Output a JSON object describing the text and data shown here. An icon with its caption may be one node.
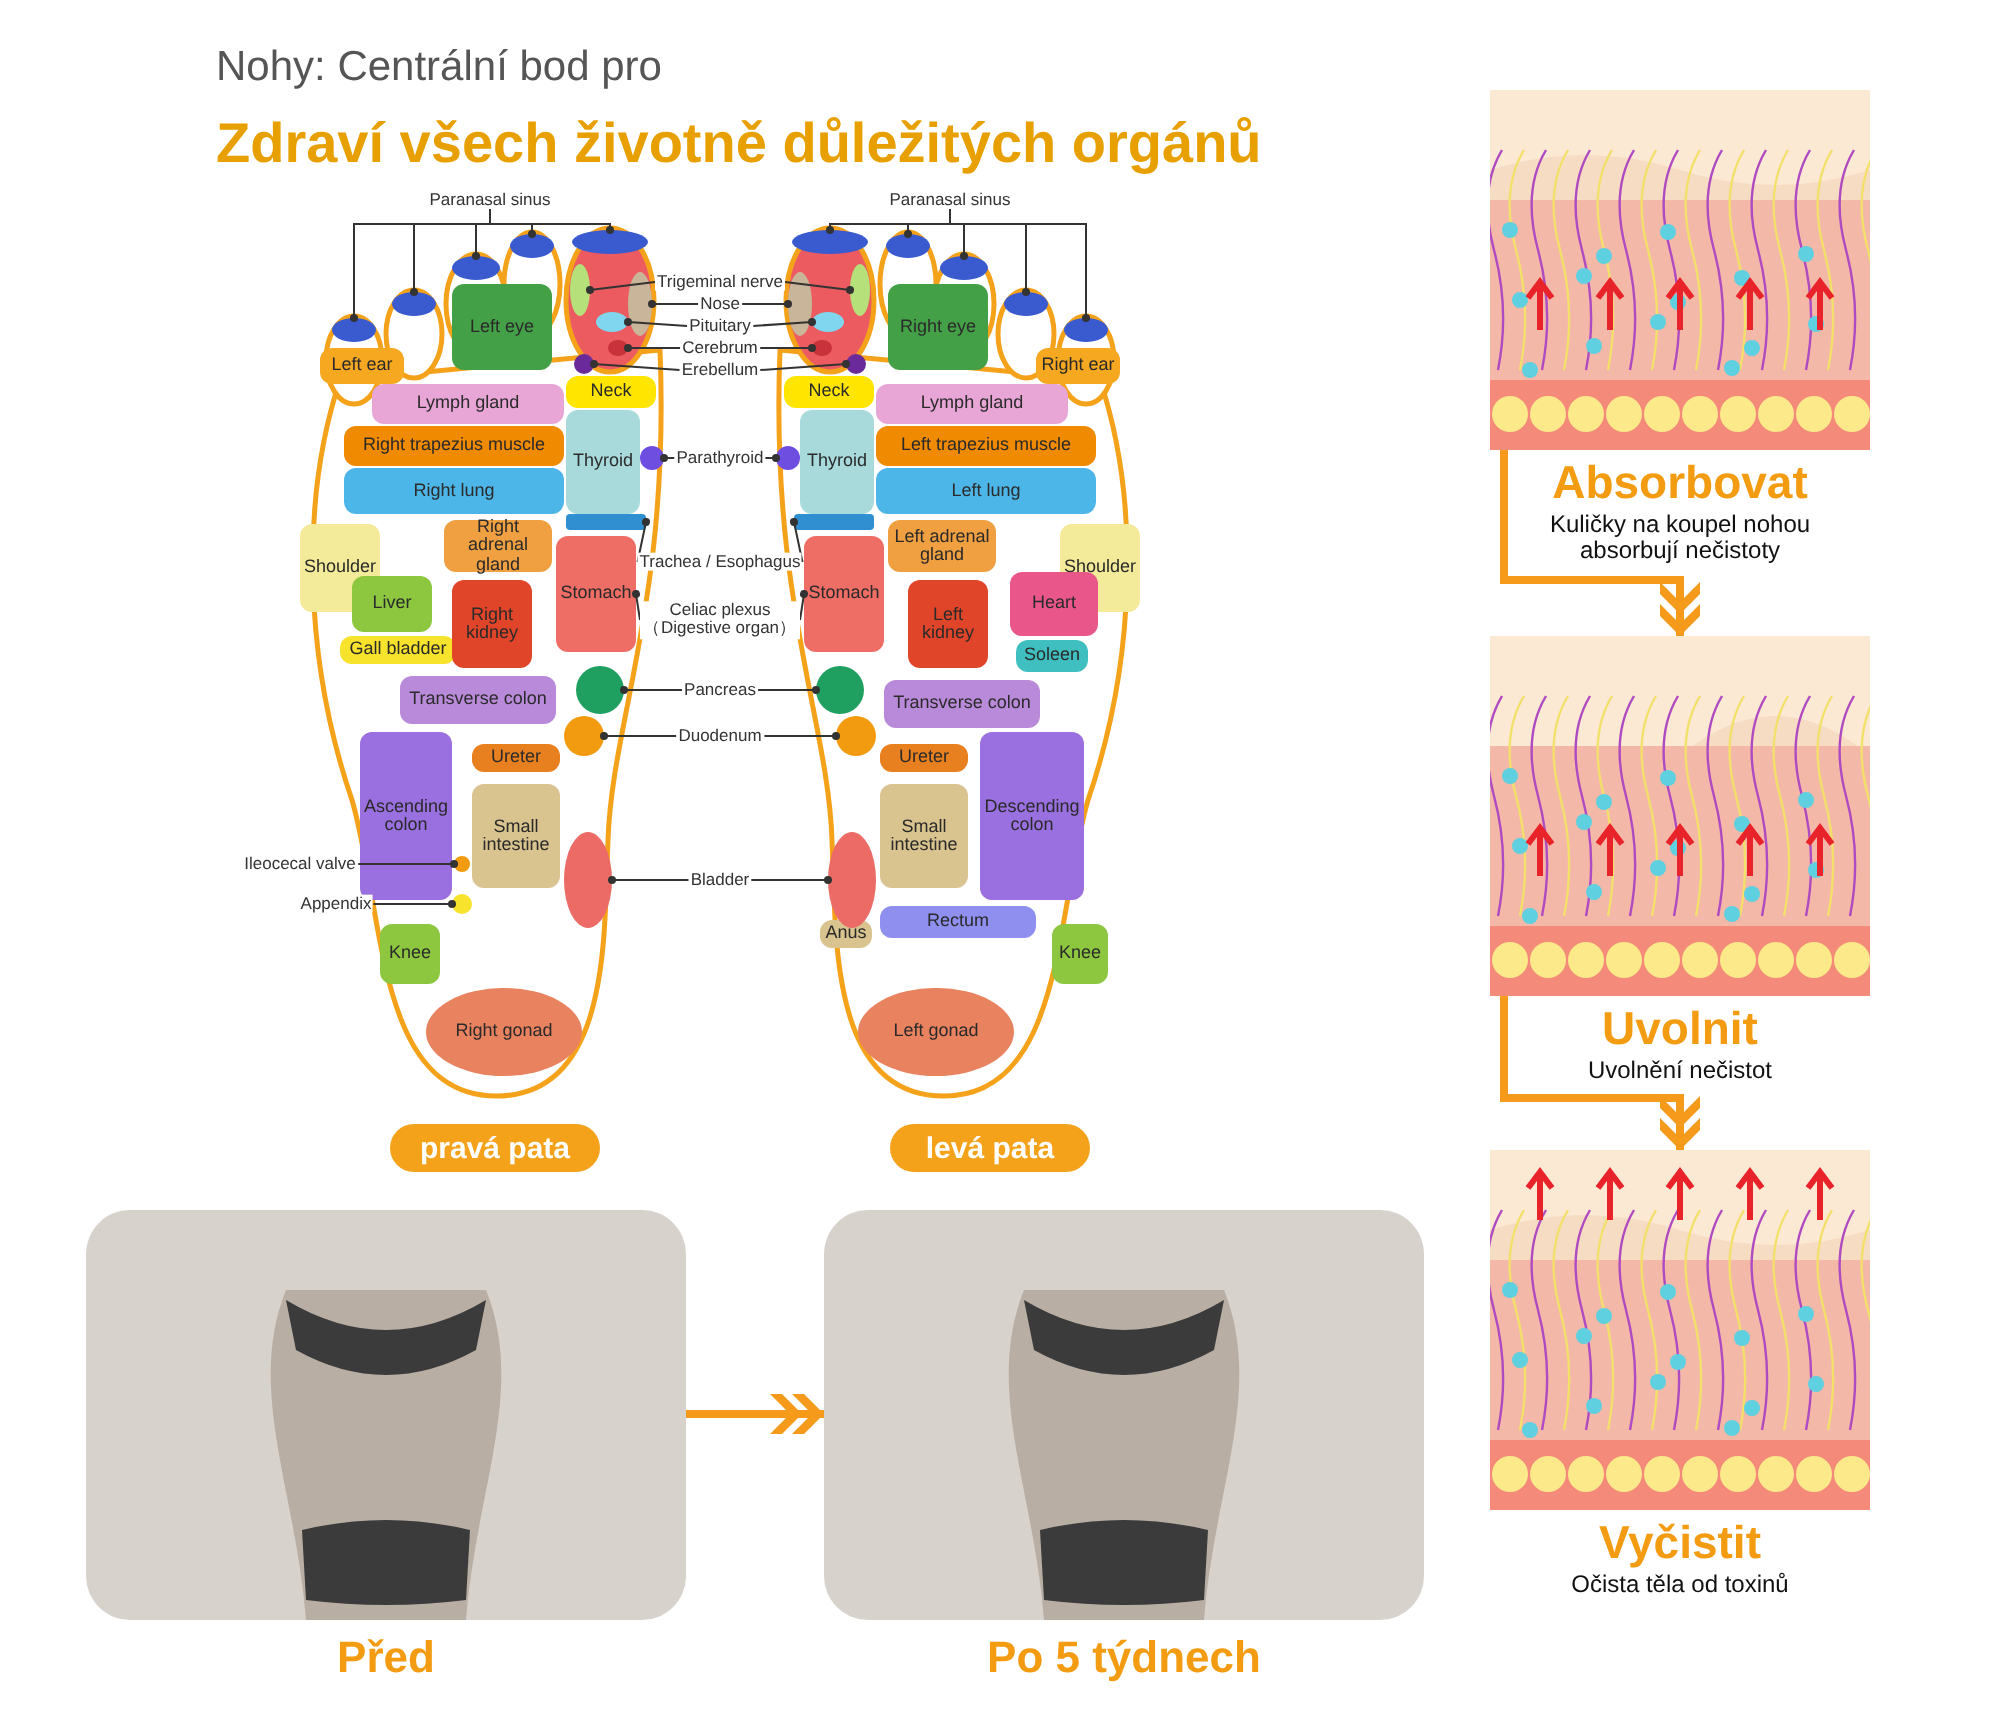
{
  "diagram": {
    "title": "Zdraví všech životně důležitých orgánů",
    "nodes": [
      {
        "text": [
          "Paranasal sinus"
        ]
      },
      {
        "text": [
          "Paranasal sinus"
        ]
      },
      {
        "text": [
          "Trigeminal nerve"
        ]
      },
      {
        "text": [
          "Nose"
        ]
      },
      {
        "text": [
          "Pituitary"
        ]
      },
      {
        "text": [
          "Cerebrum"
        ]
      },
      {
        "text": [
          "Erebellum"
        ]
      },
      {
        "text": [
          "Left eye"
        ]
      },
      {
        "text": [
          "Left ear"
        ]
      },
      {
        "text": [
          "Lymph gland"
        ]
      },
      {
        "text": [
          "Right trapezius muscle"
        ]
      },
      {
        "text": [
          "Neck"
        ]
      },
      {
        "text": [
          "Thyroid"
        ]
      },
      {
        "text": [
          "Right lung"
        ]
      },
      {
        "text": [
          "Shoulder"
        ]
      },
      {
        "text": [
          "Right adrenal gland"
        ]
      },
      {
        "text": [
          "Liver"
        ]
      },
      {
        "text": [
          "Gall bladder"
        ]
      },
      {
        "text": [
          "Right kidney"
        ]
      },
      {
        "text": [
          "Stomach"
        ]
      },
      {
        "text": [
          "Transverse colon"
        ]
      },
      {
        "text": [
          "Ascending colon"
        ]
      },
      {
        "text": [
          "Ureter"
        ]
      },
      {
        "text": [
          "Small intestine"
        ]
      },
      {
        "text": [
          "Knee"
        ]
      },
      {
        "text": [
          "Right gonad"
        ]
      },
      {
        "text": [
          "Ileocecal valve"
        ]
      },
      {
        "text": [
          "Appendix"
        ]
      },
      {
        "text": [
          "Parathyroid"
        ]
      },
      {
        "text": [
          "Trachea / Esophagus"
        ]
      },
      {
        "text": [
          "Celiac plexus （Digestive organ）"
        ]
      },
      {
        "text": [
          "Pancreas"
        ]
      },
      {
        "text": [
          "Duodenum"
        ]
      },
      {
        "text": [
          "Bladder"
        ]
      },
      {
        "text": [
          "Right eye"
        ]
      },
      {
        "text": [
          "Right ear"
        ]
      },
      {
        "text": [
          "Neck"
        ]
      },
      {
        "text": [
          "Lymph gland"
        ]
      },
      {
        "text": [
          "Thyroid"
        ]
      },
      {
        "text": [
          "Left trapezius muscle"
        ]
      },
      {
        "text": [
          "Left lung"
        ]
      },
      {
        "text": [
          "Shoulder"
        ]
      },
      {
        "text": [
          "Left adrenal gland"
        ]
      },
      {
        "text": [
          "Heart"
        ]
      },
      {
        "text": [
          "Stomach"
        ]
      },
      {
        "text": [
          "Left kidney"
        ]
      },
      {
        "text": [
          "Soleen"
        ]
      },
      {
        "text": [
          "Transverse colon"
        ]
      },
      {
        "text": [
          "Ureter"
        ]
      },
      {
        "text": [
          "Descending colon"
        ]
      },
      {
        "text": [
          "Small intestine"
        ]
      },
      {
        "text": [
          "Rectum"
        ]
      },
      {
        "text": [
          "Anus"
        ]
      },
      {
        "text": [
          "Knee"
        ]
      },
      {
        "text": [
          "Left gonad"
        ]
      },
      {
        "text": [
          "pravá pata"
        ]
      },
      {
        "text": [
          "levá pata"
        ]
      },
      {
        "text": [],
        "shape": "picture",
        "beside": [
          "Absorbovat",
          "Kuličky na koupel nohou absorbují nečistoty"
        ]
      },
      {
        "text": [],
        "shape": "picture",
        "beside": [
          "Uvolnit",
          "Uvolnění nečistot"
        ]
      },
      {
        "text": [],
        "shape": "picture",
        "beside": [
          "Vyčistit",
          "Očista těla od toxinů"
        ]
      },
      {
        "text": [],
        "shape": "picture",
        "beside": [
          "Před"
        ]
      },
      {
        "text": [],
        "shape": "picture",
        "beside": [
          "Po 5 týdnech"
        ]
      },
      {
        "text": [],
        "shape": "circle"
      },
      {
        "text": [],
        "shape": "circle"
      },
      {
        "text": [],
        "shape": "circle"
      },
      {
        "text": [],
        "shape": "circle"
      },
      {
        "text": [],
        "shape": "circle"
      },
      {
        "text": [],
        "shape": "circle"
      },
      {
        "text": [],
        "shape": "circle"
      },
      {
        "text": [],
        "shape": "circle"
      },
      {
        "text": [],
        "shape": "circle"
      },
      {
        "text": [],
        "shape": "circle"
      },
      {
        "text": [],
        "shape": "bar"
      },
      {
        "text": [],
        "shape": "circle"
      },
      {
        "text": [],
        "shape": "circle"
      },
      {
        "text": [],
        "shape": "circle"
      },
      {
        "text": [],
        "shape": "circle"
      },
      {
        "text": [],
        "shape": "circle"
      },
      {
        "text": [],
        "shape": "circle"
      },
      {
        "text": [],
        "shape": "circle"
      },
      {
        "text": [],
        "shape": "circle"
      },
      {
        "text": [],
        "shape": "circle"
      },
      {
        "text": [],
        "shape": "circle"
      },
      {
        "text": [],
        "shape": "circle"
      },
      {
        "text": [],
        "shape": "circle"
      },
      {
        "text": [],
        "shape": "circle"
      },
      {
        "text": [],
        "shape": "circle"
      },
      {
        "text": [],
        "shape": "circle"
      },
      {
        "text": [],
        "shape": "bar"
      },
      {
        "text": [],
        "shape": "circle"
      },
      {
        "text": [],
        "shape": "circle"
      },
      {
        "text": [],
        "shape": "circle"
      },
      {
        "text": [],
        "shape": "circle"
      },
      {
        "text": [],
        "shape": "circle"
      }
    ],
    "edges": [
      {
        "from": 0,
        "to": 62,
        "arrow": "other"
      },
      {
        "from": 0,
        "to": 63,
        "arrow": "other"
      },
      {
        "from": 0,
        "to": 64,
        "arrow": "other"
      },
      {
        "from": 0,
        "to": 65,
        "arrow": "other"
      },
      {
        "from": 0,
        "to": 66,
        "arrow": "other"
      },
      {
        "from": 1,
        "to": 78,
        "arrow": "other"
      },
      {
        "from": 1,
        "to": 79,
        "arrow": "other"
      },
      {
        "from": 1,
        "to": 80,
        "arrow": "other"
      },
      {
        "from": 1,
        "to": 81,
        "arrow": "other"
      },
      {
        "from": 1,
        "to": 82,
        "arrow": "other"
      },
      {
        "from": 2,
        "to": 67,
        "arrow": "other"
      },
      {
        "from": 2,
        "to": 83,
        "arrow": "other"
      },
      {
        "from": 3,
        "to": 68,
        "arrow": "other"
      },
      {
        "from": 3,
        "to": 84,
        "arrow": "other"
      },
      {
        "from": 4,
        "to": 69,
        "arrow": "other"
      },
      {
        "from": 4,
        "to": 85,
        "arrow": "other"
      },
      {
        "from": 5,
        "to": 92,
        "arrow": "other"
      },
      {
        "from": 5,
        "to": 93,
        "arrow": "other"
      },
      {
        "from": 6,
        "to": 70,
        "arrow": "other"
      },
      {
        "from": 6,
        "to": 86,
        "arrow": "other"
      },
      {
        "from": 26,
        "to": 76,
        "arrow": "other"
      },
      {
        "from": 27,
        "to": 77,
        "arrow": "other"
      },
      {
        "from": 28,
        "to": 71,
        "arrow": "other"
      },
      {
        "from": 28,
        "to": 87,
        "arrow": "other"
      },
      {
        "from": 29,
        "to": 72,
        "arrow": "other"
      },
      {
        "from": 29,
        "to": 88,
        "arrow": "other"
      },
      {
        "from": 30,
        "to": 19,
        "arrow": "other"
      },
      {
        "from": 30,
        "to": 44,
        "arrow": "other"
      },
      {
        "from": 31,
        "to": 73,
        "arrow": "other"
      },
      {
        "from": 31,
        "to": 89,
        "arrow": "other"
      },
      {
        "from": 32,
        "to": 74,
        "arrow": "other"
      },
      {
        "from": 32,
        "to": 90,
        "arrow": "other"
      },
      {
        "from": 33,
        "to": 75,
        "arrow": "other"
      },
      {
        "from": 33,
        "to": 91,
        "arrow": "other"
      },
      {
        "from": 57,
        "to": 58,
        "arrow": "to",
        "style": "thick",
        "color": "#f59a1b"
      },
      {
        "from": 58,
        "to": 59,
        "arrow": "to",
        "style": "thick",
        "color": "#f59a1b"
      },
      {
        "from": 60,
        "to": 61,
        "arrow": "to",
        "style": "thick",
        "color": "#f59a1b"
      }
    ],
    "labels": [
      "Nohy: Centrální bod pro"
    ]
  }
}
